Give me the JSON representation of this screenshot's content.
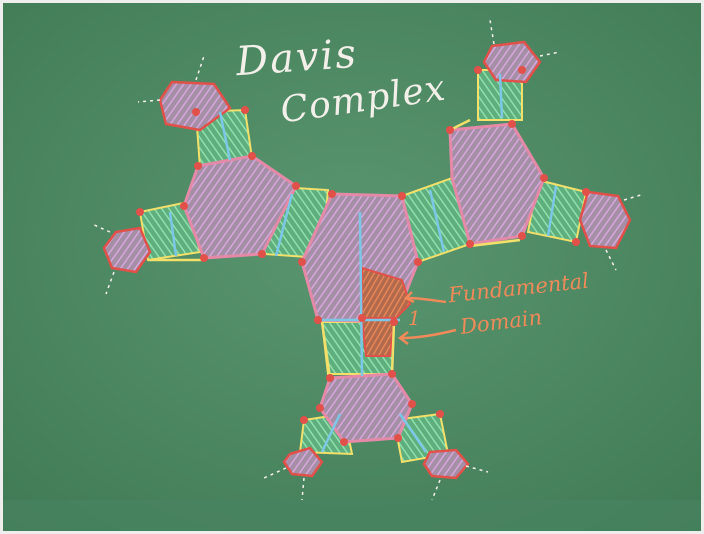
{
  "image": {
    "title_line_1": "Davis",
    "title_line_2": "Complex",
    "fundamental_label": "Fundamental",
    "domain_label": "Domain",
    "identity_label": "1"
  },
  "colors": {
    "board_green": "#4e8a63",
    "chalk_white": "#f3f0ea",
    "chalk_pink": "#e48aa8",
    "chalk_purple": "#c79ad6",
    "chalk_green": "#7ed6a0",
    "chalk_yellow": "#f2e06a",
    "chalk_blue": "#7cc7e8",
    "chalk_red": "#e2504a",
    "chalk_orange": "#f08a5a"
  }
}
